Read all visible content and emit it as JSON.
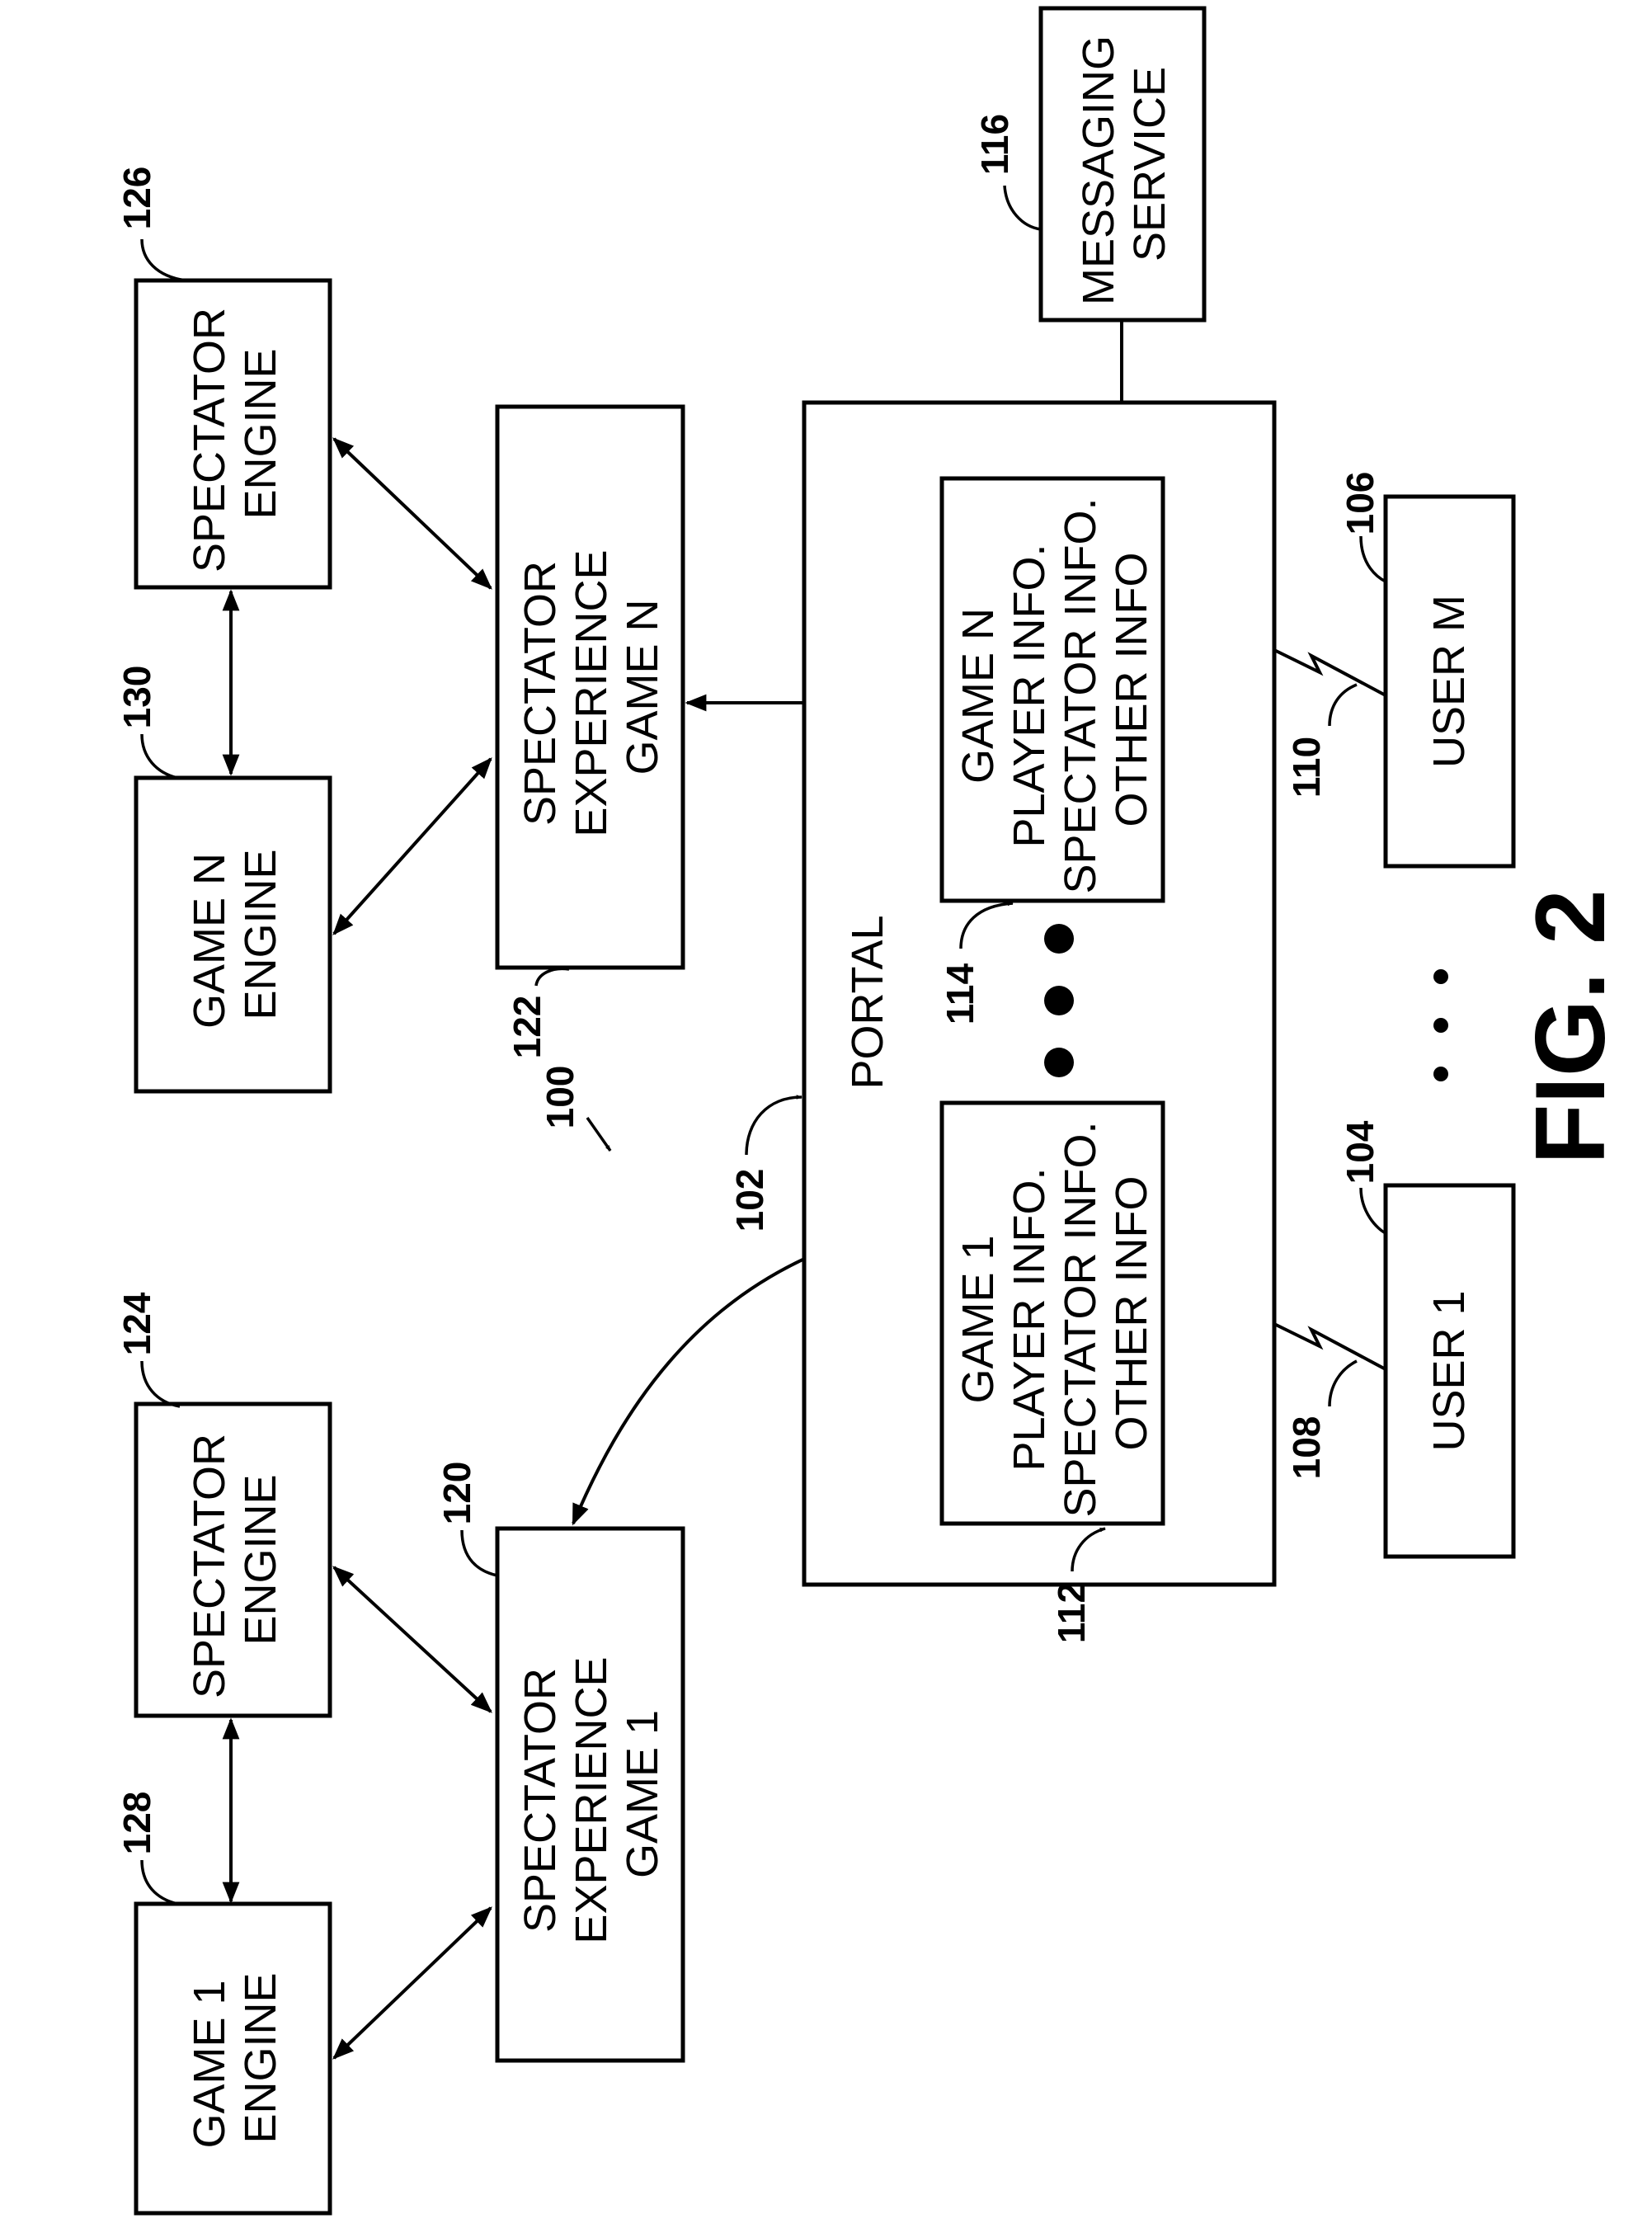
{
  "figure": {
    "caption": "FIG. 2",
    "ref": "100"
  },
  "boxes": {
    "game1_engine": {
      "lines": [
        "GAME 1",
        "ENGINE"
      ]
    },
    "spectator_engine_124": {
      "lines": [
        "SPECTATOR",
        "ENGINE"
      ]
    },
    "gameN_engine": {
      "lines": [
        "GAME N",
        "ENGINE"
      ]
    },
    "spectator_engine_126": {
      "lines": [
        "SPECTATOR",
        "ENGINE"
      ]
    },
    "spectator_exp_game1": {
      "lines": [
        "SPECTATOR",
        "EXPERIENCE",
        "GAME 1"
      ]
    },
    "spectator_exp_gameN": {
      "lines": [
        "SPECTATOR",
        "EXPERIENCE",
        "GAME N"
      ]
    },
    "portal": {
      "label": "PORTAL"
    },
    "game1_info": {
      "lines": [
        "GAME 1",
        "PLAYER INFO.",
        "SPECTATOR INFO.",
        "OTHER INFO"
      ]
    },
    "gameN_info": {
      "lines": [
        "GAME N",
        "PLAYER INFO.",
        "SPECTATOR INFO.",
        "OTHER INFO"
      ]
    },
    "messaging": {
      "lines": [
        "MESSAGING",
        "SERVICE"
      ]
    },
    "user1": {
      "label": "USER 1"
    },
    "userM": {
      "label": "USER M"
    }
  },
  "refs": {
    "r102": "102",
    "r104": "104",
    "r106": "106",
    "r108": "108",
    "r110": "110",
    "r112": "112",
    "r114": "114",
    "r116": "116",
    "r120": "120",
    "r122": "122",
    "r124": "124",
    "r126": "126",
    "r128": "128",
    "r130": "130"
  }
}
